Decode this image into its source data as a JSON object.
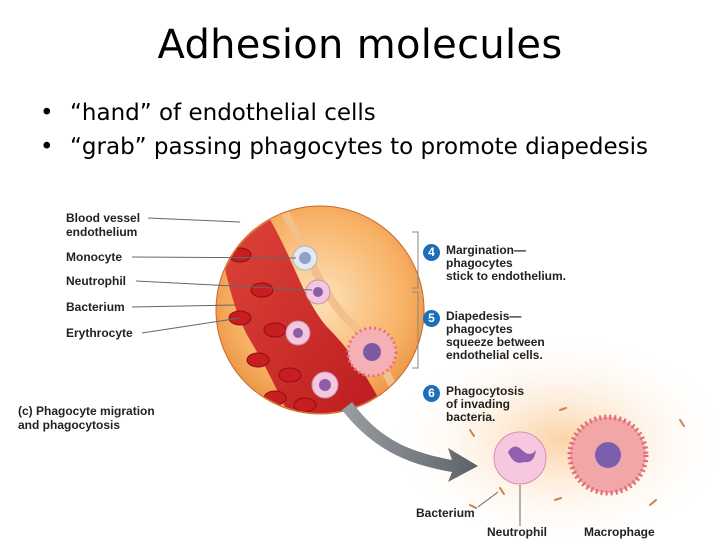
{
  "slide": {
    "title": "Adhesion molecules",
    "bullets": [
      "“hand” of endothelial cells",
      "“grab” passing phagocytes to promote diapedesis"
    ]
  },
  "figure": {
    "panel_caption_line1": "(c) Phagocyte migration",
    "panel_caption_line2": "and phagocytosis",
    "left_labels": {
      "endothelium_line1": "Blood vessel",
      "endothelium_line2": "endothelium",
      "monocyte": "Monocyte",
      "neutrophil": "Neutrophil",
      "bacterium": "Bacterium",
      "erythrocyte": "Erythrocyte"
    },
    "steps": [
      {
        "number": "4",
        "text": "Margination—\nphagocytes\nstick to endothelium."
      },
      {
        "number": "5",
        "text": "Diapedesis—\nphagocytes\nsqueeze between\nendothelial cells."
      },
      {
        "number": "6",
        "text": "Phagocytosis\nof invading\nbacteria."
      }
    ],
    "bottom_labels": {
      "bacterium": "Bacterium",
      "neutrophil": "Neutrophil",
      "macrophage": "Macrophage"
    }
  }
}
